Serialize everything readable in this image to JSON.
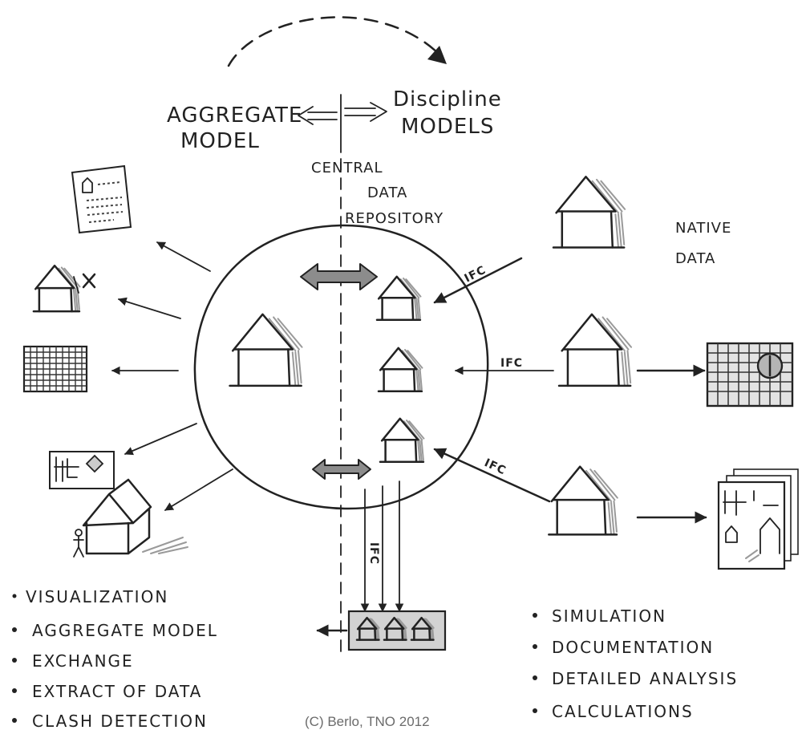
{
  "top_labels": {
    "aggregate_model": [
      "AGGREGATE",
      "MODEL"
    ],
    "discipline_models": [
      "Discipline",
      "MODELS"
    ]
  },
  "repository_label": [
    "CENTRAL",
    "DATA",
    "REPOSITORY"
  ],
  "native_data_label": [
    "NATIVE",
    "DATA"
  ],
  "ifc_labels": [
    "IFC",
    "IFC",
    "IFC",
    "IFC"
  ],
  "left_list": [
    "VISUALIZATION",
    "AGGREGATE MODEL",
    "EXCHANGE",
    "EXTRACT OF DATA",
    "CLASH DETECTION"
  ],
  "right_list": [
    "SIMULATION",
    "DOCUMENTATION",
    "DETAILED ANALYSIS",
    "CALCULATIONS"
  ],
  "copyright": "(C) Berlo, TNO 2012",
  "icons": {
    "left": [
      "document-icon",
      "house-tools-icon",
      "grid-plan-icon",
      "drawing-icon",
      "house-person-icon"
    ],
    "right": [
      "grid-chart-icon",
      "drawing-sheets-icon"
    ],
    "center": [
      "house-icon",
      "double-arrow-icon"
    ]
  },
  "colors": {
    "ink": "#222222",
    "arrow_fill": "#8c8c8c",
    "hatch": "#9a9a9a",
    "copyright": "#6b6b6b"
  }
}
